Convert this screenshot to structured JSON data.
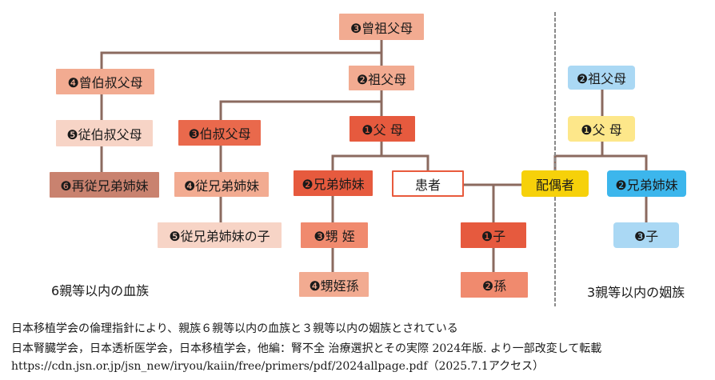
{
  "diagram": {
    "nodes": {
      "great_grandparents": {
        "text": "❸曾祖父母",
        "color": "#f2ab91"
      },
      "grand_parents": {
        "text": "❷祖父母",
        "color": "#f2ab91"
      },
      "great_uncle_aunt": {
        "text": "❹曾伯叔父母",
        "color": "#f2ab91"
      },
      "second_great_uncle": {
        "text": "❺従伯叔父母",
        "color": "#f7d4c6"
      },
      "second_cousin": {
        "text": "❻再従兄弟姉妹",
        "color": "#c9826f"
      },
      "uncle_aunt": {
        "text": "❸伯叔父母",
        "color": "#e9694c"
      },
      "cousin": {
        "text": "❹従兄弟姉妹",
        "color": "#f2ab91"
      },
      "cousin_child": {
        "text": "❺従兄弟姉妹の子",
        "color": "#f7d4c6"
      },
      "parents": {
        "text": "❶父 母",
        "color": "#e65a3e"
      },
      "siblings": {
        "text": "❷兄弟姉妹",
        "color": "#e65a3e"
      },
      "niece_nephew": {
        "text": "❸甥 姪",
        "color": "#f08a6e"
      },
      "grand_niece": {
        "text": "❹甥姪孫",
        "color": "#f2ab91"
      },
      "patient": {
        "text": "患者",
        "color": "#ffffff"
      },
      "child": {
        "text": "❶子",
        "color": "#e65a3e"
      },
      "grandchild": {
        "text": "❷孫",
        "color": "#f08a6e"
      },
      "spouse": {
        "text": "配偶者",
        "color": "#f6d10a"
      },
      "in_law_grandparents": {
        "text": "❷祖父母",
        "color": "#aad8f4"
      },
      "in_law_parents": {
        "text": "❶父 母",
        "color": "#fde78a"
      },
      "in_law_siblings": {
        "text": "❷兄弟姉妹",
        "color": "#3cb6ec"
      },
      "in_law_sibling_child": {
        "text": "❸子",
        "color": "#aad8f4"
      }
    },
    "labels": {
      "blood": "6親等以内の血族",
      "affinity": "3親等以内の姻族"
    }
  },
  "notes": {
    "line1": "日本移植学会の倫理指針により、親族６親等以内の血族と３親等以内の姻族とされている",
    "line2": "日本腎臓学会，日本透析医学会，日本移植学会，他編：腎不全 治療選択とその実際 2024年版. より一部改変して転載",
    "line3": "https://cdn.jsn.or.jp/jsn_new/iryou/kaiin/free/primers/pdf/2024allpage.pdf（2025.7.1アクセス）"
  }
}
